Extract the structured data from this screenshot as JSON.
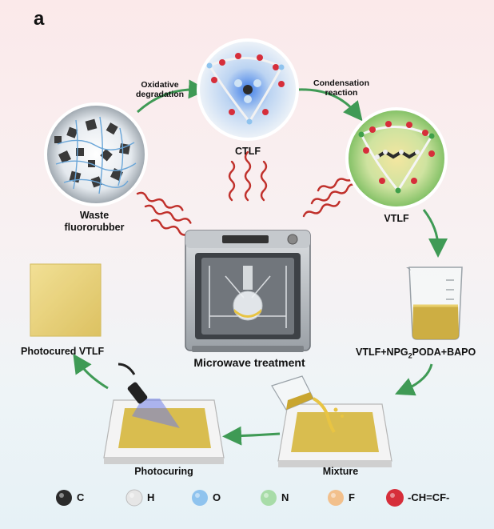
{
  "panel_letter": "a",
  "steps": {
    "oxidative": [
      "Oxidative",
      "degradation"
    ],
    "condensation": [
      "Condensation",
      "reaction"
    ]
  },
  "nodes": {
    "waste": [
      "Waste",
      "fluororubber"
    ],
    "ctlf": "CTLF",
    "vtlf": "VTLF",
    "formula": {
      "pre": "VTLF+NPG",
      "sub": "2",
      "post": "PODA+BAPO"
    },
    "microwave": "Microwave treatment",
    "photocured": "Photocured VTLF",
    "photocuring": "Photocuring",
    "mixture": "Mixture"
  },
  "legend": [
    {
      "symbol": "C",
      "color": "#2b2b2b"
    },
    {
      "symbol": "H",
      "color": "#e6e6e6"
    },
    {
      "symbol": "O",
      "color": "#8fc3ee"
    },
    {
      "symbol": "N",
      "color": "#a8dca8"
    },
    {
      "symbol": "F",
      "color": "#f2c08c"
    },
    {
      "symbol": "-CH=CF-",
      "color": "#d62e3a"
    }
  ],
  "colors": {
    "arrow_green": "#3f9a55",
    "wave_red": "#c0302b",
    "resin_yellow": "#e8c443"
  }
}
